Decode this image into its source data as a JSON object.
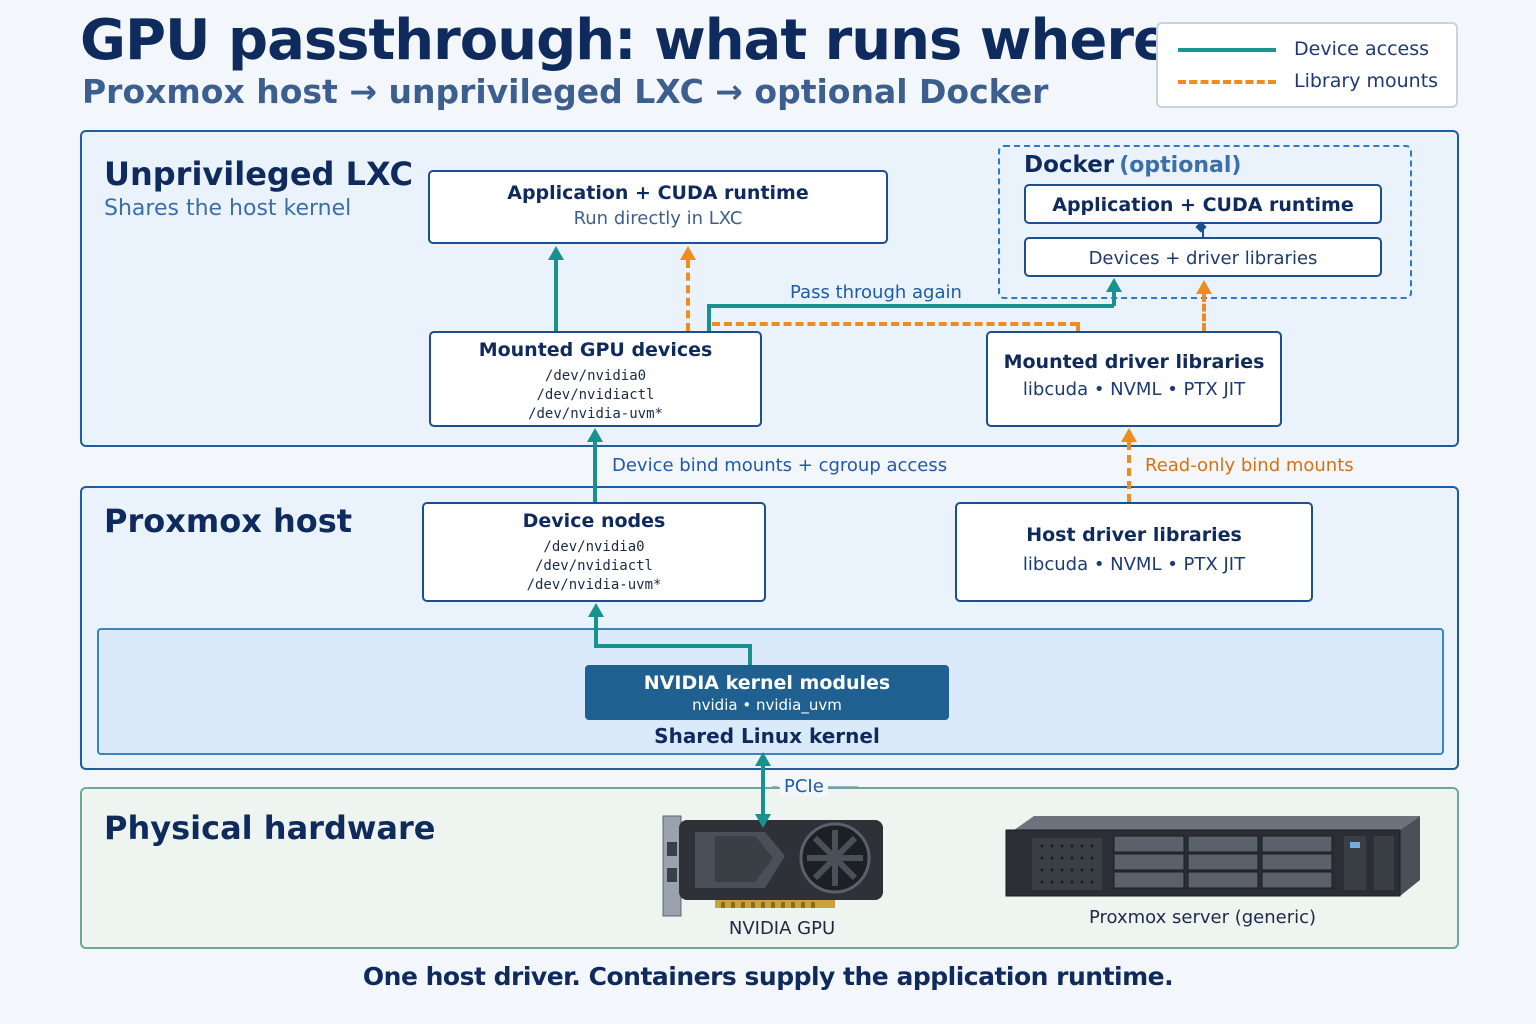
{
  "header": {
    "title": "GPU passthrough: what runs where",
    "subtitle": "Proxmox host → unprivileged LXC → optional Docker"
  },
  "legend": {
    "device_access": "Device access",
    "library_mounts": "Library mounts"
  },
  "lxc": {
    "title": "Unprivileged LXC",
    "subtitle": "Shares the host kernel",
    "app_box": {
      "title": "Application + CUDA runtime",
      "sub": "Run directly in LXC"
    },
    "gpu_devices": {
      "title": "Mounted GPU devices",
      "paths": [
        "/dev/nvidia0",
        "/dev/nvidiactl",
        "/dev/nvidia-uvm*"
      ]
    },
    "driver_libs": {
      "title": "Mounted driver libraries",
      "sub": "libcuda • NVML • PTX JIT"
    },
    "pass_label": "Pass through again"
  },
  "docker": {
    "title": "Docker",
    "title_suffix": "(optional)",
    "app_box": "Application + CUDA runtime",
    "devices_box": "Devices + driver libraries"
  },
  "edges": {
    "device_bind": "Device bind mounts + cgroup access",
    "readonly_bind": "Read-only bind mounts",
    "pcie": "PCIe"
  },
  "host": {
    "title": "Proxmox host",
    "device_nodes": {
      "title": "Device nodes",
      "paths": [
        "/dev/nvidia0",
        "/dev/nvidiactl",
        "/dev/nvidia-uvm*"
      ]
    },
    "driver_libs": {
      "title": "Host driver libraries",
      "sub": "libcuda • NVML • PTX JIT"
    },
    "kernel_modules": {
      "title": "NVIDIA kernel modules",
      "sub": "nvidia • nvidia_uvm"
    },
    "kernel_label": "Shared Linux kernel"
  },
  "hardware": {
    "title": "Physical hardware",
    "gpu_caption": "NVIDIA GPU",
    "server_caption": "Proxmox server (generic)"
  },
  "footer": "One host driver. Containers supply the application runtime.",
  "colors": {
    "device_access": "#17928e",
    "library_mounts": "#ee8c1f",
    "navy": "#0f2a5c",
    "module_fill": "#1f6090"
  }
}
